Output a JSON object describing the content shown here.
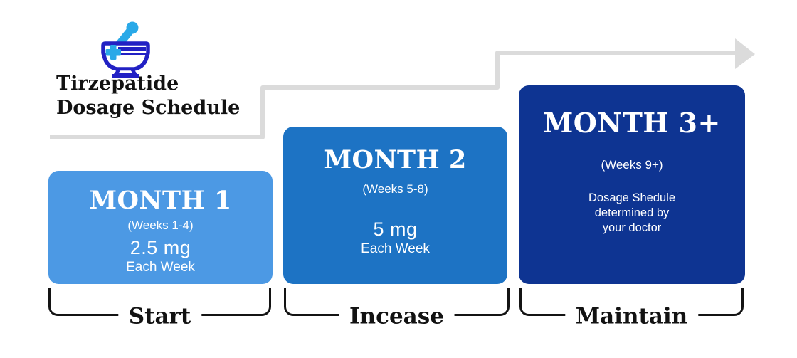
{
  "title": {
    "line1": "Tirzepatide",
    "line2": "Dosage Schedule"
  },
  "colors": {
    "card1": "#4C99E4",
    "card2": "#1D73C4",
    "card3": "#0E3492",
    "arrow": "#DBDBDB",
    "icon_dark": "#2221C4",
    "icon_light": "#29A9E8",
    "text": "#121212",
    "card_text": "#FFFFFF"
  },
  "steps": [
    {
      "month": "MONTH 1",
      "weeks": "(Weeks 1-4)",
      "dose": "2.5 mg",
      "frequency": "Each Week",
      "stage_label": "Start"
    },
    {
      "month": "MONTH 2",
      "weeks": "(Weeks 5-8)",
      "dose": "5 mg",
      "frequency": "Each Week",
      "stage_label": "Incease"
    },
    {
      "month": "MONTH 3+",
      "weeks": "(Weeks 9+)",
      "note_line1": "Dosage Shedule",
      "note_line2": "determined by",
      "note_line3": "your doctor",
      "stage_label": "Maintain"
    }
  ]
}
